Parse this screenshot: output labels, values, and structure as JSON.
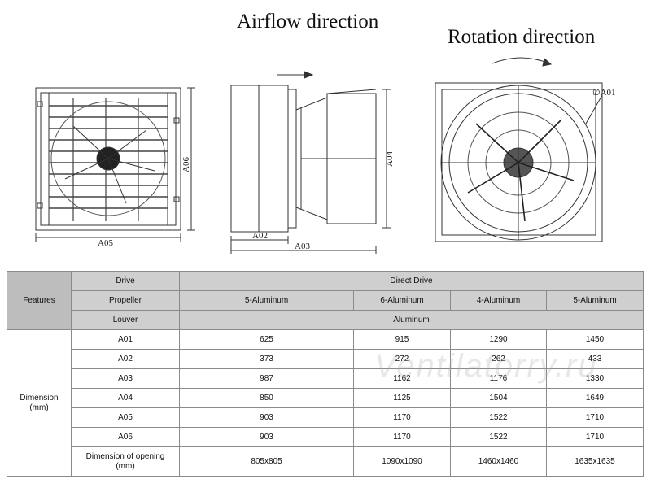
{
  "captions": {
    "airflow": "Airflow direction",
    "rotation": "Rotation direction"
  },
  "drawing_labels": {
    "front_width": "A05",
    "front_height": "A06",
    "side_depth_a": "A02",
    "side_depth_b": "A03",
    "side_height": "A04",
    "diameter": "∅A01"
  },
  "table": {
    "features_label": "Features",
    "drive_label": "Drive",
    "drive_value": "Direct Drive",
    "propeller_label": "Propeller",
    "propellers": [
      "5-Aluminum",
      "6-Aluminum",
      "4-Aluminum",
      "5-Aluminum"
    ],
    "louver_label": "Louver",
    "louver_value": "Aluminum",
    "dimension_label_line1": "Dimension",
    "dimension_label_line2": "(mm)",
    "rows": [
      {
        "name": "A01",
        "values": [
          "625",
          "915",
          "1290",
          "1450"
        ]
      },
      {
        "name": "A02",
        "values": [
          "373",
          "272",
          "262",
          "433"
        ]
      },
      {
        "name": "A03",
        "values": [
          "987",
          "1162",
          "1176",
          "1330"
        ]
      },
      {
        "name": "A04",
        "values": [
          "850",
          "1125",
          "1504",
          "1649"
        ]
      },
      {
        "name": "A05",
        "values": [
          "903",
          "1170",
          "1522",
          "1710"
        ]
      },
      {
        "name": "A06",
        "values": [
          "903",
          "1170",
          "1522",
          "1710"
        ]
      }
    ],
    "opening_label_line1": "Dimension of opening",
    "opening_label_line2": "(mm)",
    "opening_values": [
      "805x805",
      "1090x1090",
      "1460x1460",
      "1635x1635"
    ]
  },
  "watermark": "Ventilatorry.ru"
}
